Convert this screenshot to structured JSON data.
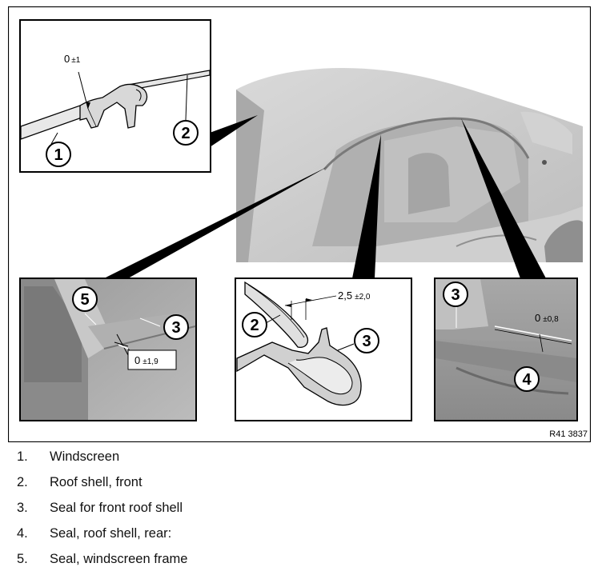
{
  "figure": {
    "reference_code": "R41 3837",
    "callouts": {
      "windscreen": "1",
      "roof_shell_front": "2",
      "seal_front_roof_shell": "3",
      "seal_roof_shell_rear": "4",
      "seal_windscreen_frame": "5"
    },
    "tolerances": {
      "detail_top": {
        "nominal": "0",
        "tol": "±1"
      },
      "detail_seal_profile": {
        "nominal": "2,5",
        "tol": "±2,0"
      },
      "detail_rear": {
        "nominal": "0",
        "tol": "±0,8"
      },
      "detail_windscreen_frame": {
        "nominal": "0",
        "tol": "±1,9"
      }
    }
  },
  "legend": [
    {
      "number": "1.",
      "text": "Windscreen"
    },
    {
      "number": "2.",
      "text": "Roof shell, front"
    },
    {
      "number": "3.",
      "text": "Seal for front roof shell"
    },
    {
      "number": "4.",
      "text": "Seal, roof shell, rear:"
    },
    {
      "number": "5.",
      "text": "Seal, windscreen frame"
    }
  ]
}
